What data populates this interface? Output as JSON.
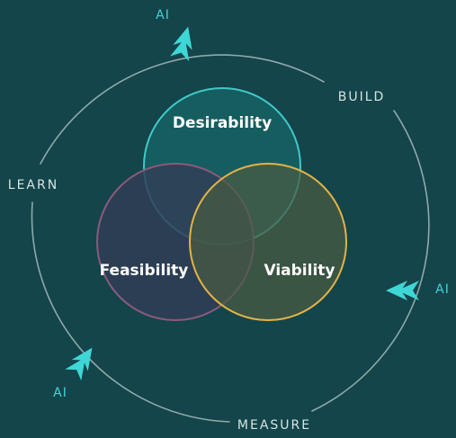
{
  "stages": {
    "build": "BUILD",
    "measure": "MEASURE",
    "learn": "LEARN"
  },
  "ai_markers": {
    "top": "AI",
    "right": "AI",
    "bottom_left": "AI"
  },
  "venn": {
    "desirability": "Desirability",
    "feasibility": "Feasibility",
    "viability": "Viability"
  },
  "colors": {
    "background": "#13454a",
    "cycle_ring": "#8fa9ab",
    "ai_accent": "#3fd6d6",
    "desirability_stroke": "#40c9c9",
    "desirability_fill": "#175f63",
    "feasibility_stroke": "#8a5a7e",
    "feasibility_fill": "#323d55",
    "viability_stroke": "#e3b347",
    "viability_fill": "#375a4f"
  },
  "icons": [
    "arrow-chevron-icon"
  ]
}
